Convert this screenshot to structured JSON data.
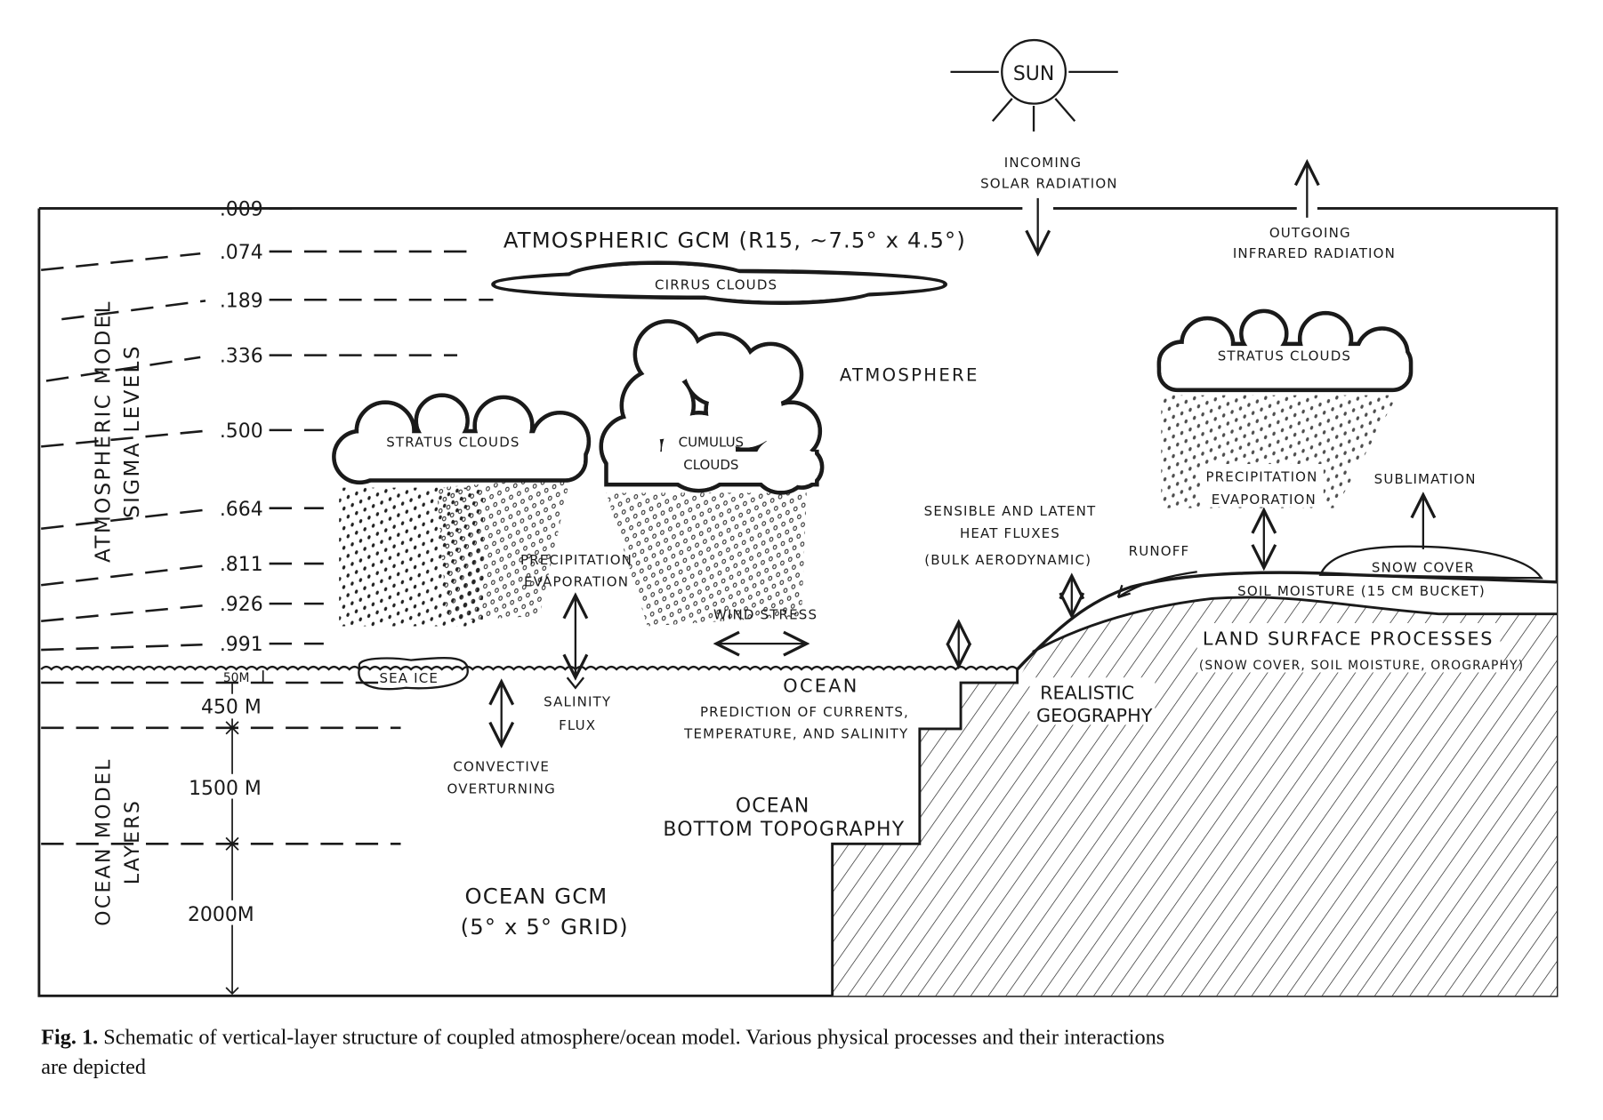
{
  "sun": "SUN",
  "incoming": [
    "INCOMING",
    "SOLAR RADIATION"
  ],
  "outgoing": [
    "OUTGOING",
    "INFRARED RADIATION"
  ],
  "atmos_gcm": "ATMOSPHERIC GCM (R15, ~7.5° x 4.5°)",
  "sigma_axis": [
    "ATMOSPHERIC MODEL",
    "SIGMA LEVELS"
  ],
  "sigma_levels": [
    ".009",
    ".074",
    ".189",
    ".336",
    ".500",
    ".664",
    ".811",
    ".926",
    ".991"
  ],
  "cirrus": "CIRRUS CLOUDS",
  "cumulus": [
    "CUMULUS",
    "CLOUDS"
  ],
  "stratus_left": "STRATUS CLOUDS",
  "stratus_right": "STRATUS CLOUDS",
  "atmosphere": "ATMOSPHERE",
  "precip_left": [
    "PRECIPITATION",
    "EVAPORATION"
  ],
  "precip_right": [
    "PRECIPITATION",
    "EVAPORATION"
  ],
  "sublimation": "SUBLIMATION",
  "heat_fluxes": [
    "SENSIBLE AND LATENT",
    "HEAT FLUXES",
    "(BULK AERODYNAMIC)"
  ],
  "runoff": "RUNOFF",
  "snow_cover": "SNOW COVER",
  "soil_moisture": "SOIL MOISTURE  (15 CM BUCKET)",
  "land_surface": [
    "LAND SURFACE PROCESSES",
    "(SNOW COVER, SOIL MOISTURE, OROGRAPHY)"
  ],
  "realistic_geo": [
    "REALISTIC",
    "GEOGRAPHY"
  ],
  "wind_stress": "WIND STRESS",
  "sea_ice": "SEA ICE",
  "salinity": [
    "SALINITY",
    "FLUX"
  ],
  "convective": [
    "CONVECTIVE",
    "OVERTURNING"
  ],
  "ocean": [
    "OCEAN",
    "PREDICTION OF CURRENTS,",
    "TEMPERATURE, AND SALINITY"
  ],
  "ocean_bottom": [
    "OCEAN",
    "BOTTOM TOPOGRAPHY"
  ],
  "ocean_gcm": [
    "OCEAN GCM",
    "(5° x 5° GRID)"
  ],
  "ocean_axis": [
    "OCEAN MODEL",
    "LAYERS"
  ],
  "ocean_layers": [
    "50M",
    "450 M",
    "1500 M",
    "2000M"
  ],
  "caption": {
    "label": "Fig. 1.",
    "line1": " Schematic of vertical-layer structure of coupled atmosphere/ocean model. Various physical processes and their interactions",
    "line2": "are depicted"
  }
}
